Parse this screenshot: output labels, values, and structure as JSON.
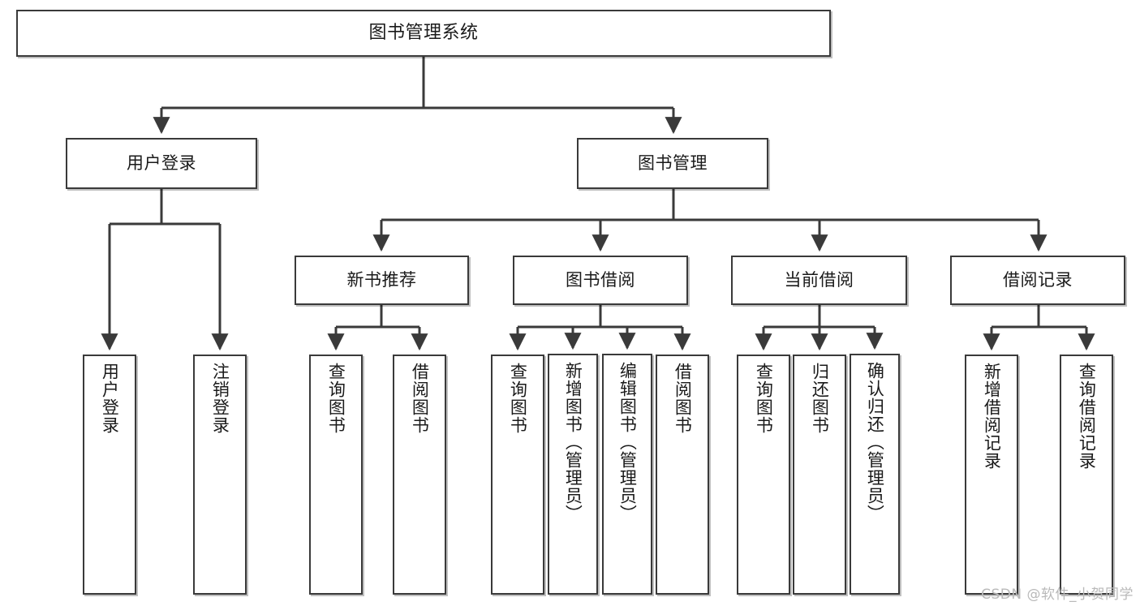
{
  "diagram": {
    "title": "图书管理系统",
    "watermark": "CSDN @软件_小贺同学",
    "root": {
      "label": "图书管理系统"
    },
    "level2": [
      {
        "label": "用户登录"
      },
      {
        "label": "图书管理"
      }
    ],
    "level3": [
      {
        "label": "新书推荐"
      },
      {
        "label": "图书借阅"
      },
      {
        "label": "当前借阅"
      },
      {
        "label": "借阅记录"
      }
    ],
    "leaves": {
      "user_login": [
        {
          "label": "用户登录"
        },
        {
          "label": "注销登录"
        }
      ],
      "new_book_recommend": [
        {
          "label": "查询图书"
        },
        {
          "label": "借阅图书"
        }
      ],
      "book_borrow": [
        {
          "label": "查询图书"
        },
        {
          "label": "新增图书（管理员）"
        },
        {
          "label": "编辑图书（管理员）"
        },
        {
          "label": "借阅图书"
        }
      ],
      "current_borrow": [
        {
          "label": "查询图书"
        },
        {
          "label": "归还图书"
        },
        {
          "label": "确认归还（管理员）"
        }
      ],
      "borrow_record": [
        {
          "label": "新增借阅记录"
        },
        {
          "label": "查询借阅记录"
        }
      ]
    }
  },
  "colors": {
    "stroke": "#3a3a3a",
    "text": "#1a1a1a",
    "background": "#ffffff",
    "watermark": "#b9b9b9"
  }
}
